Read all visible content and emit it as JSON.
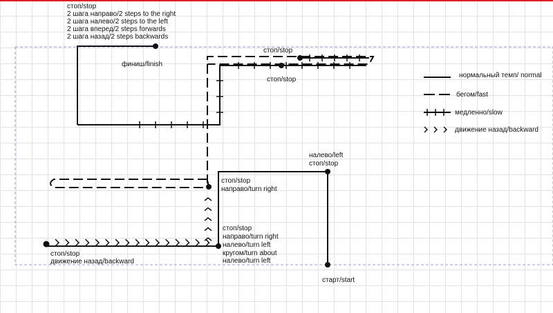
{
  "colors": {
    "top_bar": "#e02020",
    "grid": "#e3e3e3",
    "boundary": "#9a9ad8",
    "ink": "#111111"
  },
  "labels": {
    "top_stop": "стоп/stop",
    "top_right": "2 шага направо/2 steps to the right",
    "top_left": "2 шага налево/2 steps to the left",
    "top_fwd": "2 шага вперед/2 steps forwards",
    "top_back": "2 шага назад/2 steps backwards",
    "finish": "финиш/finish",
    "stop_a": "стоп/stop",
    "stop_b": "стоп/stop",
    "left_t": "налево/left",
    "left_stop": "стоп/stop",
    "mid_stop": "стоп/stop",
    "mid_turn": "направо/turn right",
    "c_stop": "стоп/stop",
    "c_right": "направо/turn right",
    "c_left": "налево/turn left",
    "c_about": "кругом/turn about",
    "c_left2": "налево/turn left",
    "bl_stop": "стоп/stop",
    "bl_back": "движение назад/backward",
    "start": "старт/start"
  },
  "legend": {
    "normal": "нормальный темп/ normal",
    "fast": "бегом/fast",
    "slow": "медленно/slow",
    "backward": "движение назад/backward"
  }
}
